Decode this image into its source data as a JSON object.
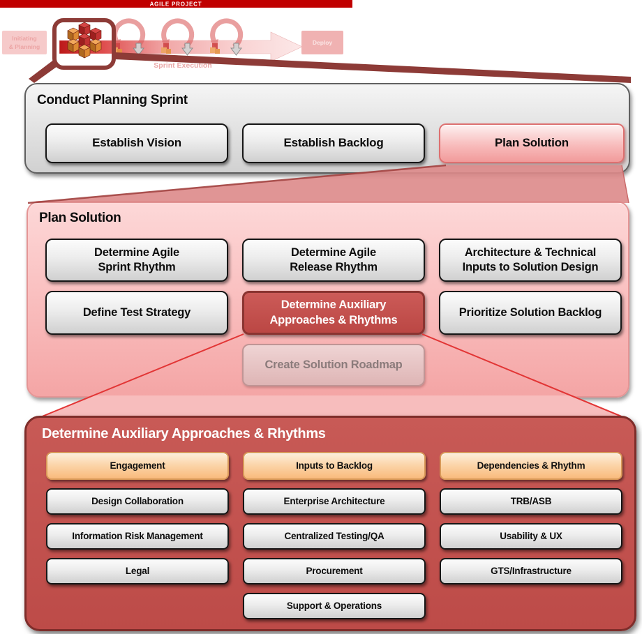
{
  "banner": {
    "title": "AGILE PROJECT",
    "initiating_line1": "Initiating",
    "initiating_line2": "& Planning",
    "sprint_execution_label": "Sprint Execution",
    "deploy_label": "Deploy"
  },
  "panel_conduct": {
    "title": "Conduct Planning Sprint",
    "buttons": [
      {
        "label": "Establish Vision",
        "state": "default"
      },
      {
        "label": "Establish Backlog",
        "state": "default"
      },
      {
        "label": "Plan Solution",
        "state": "selected"
      }
    ]
  },
  "panel_plan_solution": {
    "title": "Plan Solution",
    "buttons": [
      {
        "line1": "Determine Agile",
        "line2": "Sprint Rhythm",
        "state": "default"
      },
      {
        "line1": "Determine Agile",
        "line2": "Release Rhythm",
        "state": "default"
      },
      {
        "line1": "Architecture & Technical",
        "line2": "Inputs to Solution Design",
        "state": "default"
      },
      {
        "line1": "Define Test Strategy",
        "state": "default"
      },
      {
        "line1": "Determine Auxiliary",
        "line2": "Approaches & Rhythms",
        "state": "selected"
      },
      {
        "line1": "Prioritize Solution Backlog",
        "state": "default"
      },
      {
        "line1": "Create Solution Roadmap",
        "state": "muted"
      }
    ]
  },
  "panel_auxiliary": {
    "title": "Determine Auxiliary Approaches & Rhythms",
    "columns": [
      {
        "header": "Engagement",
        "items": [
          "Design Collaboration",
          "Information Risk Management",
          "Legal"
        ]
      },
      {
        "header": "Inputs to Backlog",
        "items": [
          "Enterprise Architecture",
          "Centralized Testing/QA",
          "Procurement",
          "Support & Operations"
        ]
      },
      {
        "header": "Dependencies & Rhythm",
        "items": [
          "TRB/ASB",
          "Usability & UX",
          "GTS/Infrastructure"
        ]
      }
    ]
  },
  "icons": {
    "cube_cluster": "isometric red-orange cubes",
    "sprint_loop": "circular red arrow loop",
    "down_arrow": "gray outlined down arrow",
    "magnifier_callout": "dark maroon rounded zoom frame"
  },
  "colors": {
    "banner_red": "#c00000",
    "dark_maroon": "#8d3b37",
    "brick_red": "#c0504d",
    "orange_header": "#fac090",
    "selected_pink": "#f5a2a2",
    "panel_pink": "#f8c0c0",
    "connector_red": "#e23535"
  }
}
